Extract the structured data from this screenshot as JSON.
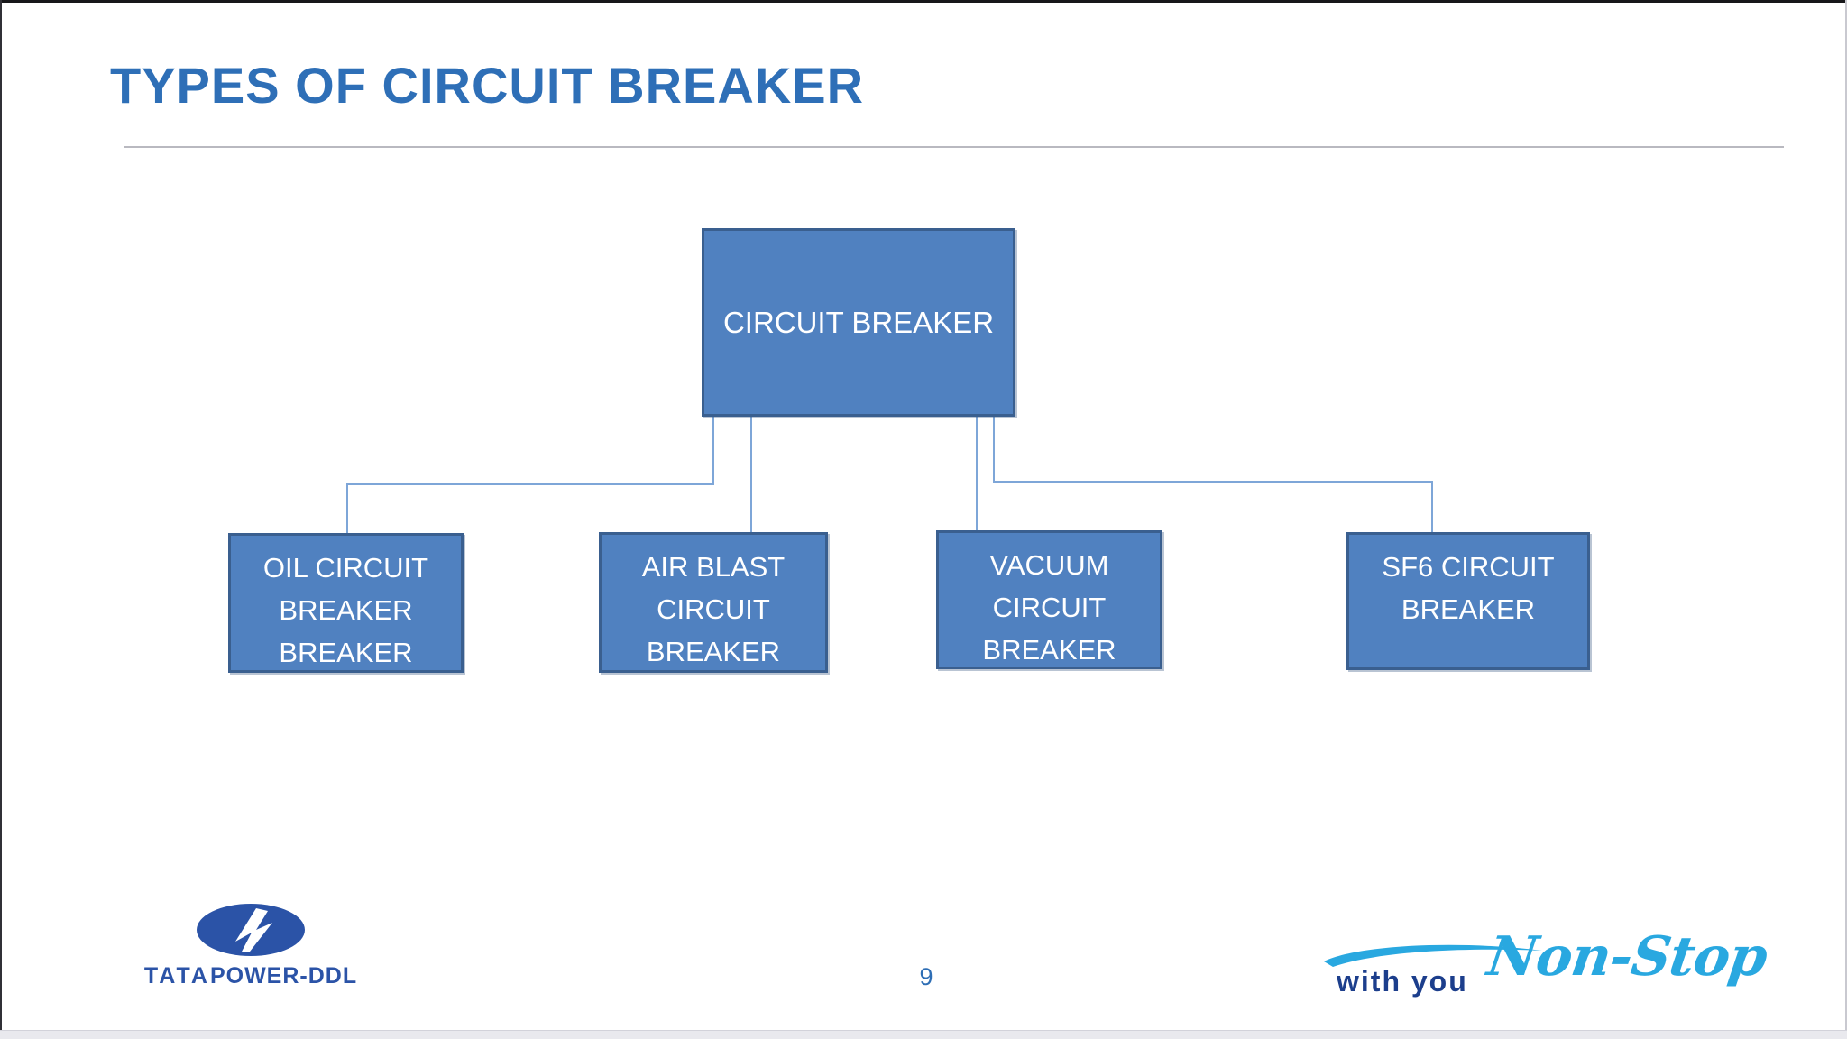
{
  "slide": {
    "title": "TYPES OF CIRCUIT BREAKER",
    "page_number": "9"
  },
  "diagram": {
    "root": {
      "label": "CIRCUIT BREAKER"
    },
    "children": [
      {
        "id": "oil",
        "label": "OIL CIRCUIT\nBREAKER\nBREAKER"
      },
      {
        "id": "air",
        "label": "AIR BLAST\nCIRCUIT\nBREAKER"
      },
      {
        "id": "vacuum",
        "label": "VACUUM\nCIRCUIT\nBREAKER"
      },
      {
        "id": "sf6",
        "label": "SF6 CIRCUIT\nBREAKER"
      }
    ],
    "colors": {
      "box_fill": "#5081c0",
      "box_border": "#3a5f8f",
      "box_text": "#ffffff",
      "connector": "#7ea6d8",
      "title_text": "#2e6fb7",
      "rule": "#b9b9c0"
    }
  },
  "footer": {
    "logo": {
      "brand": "TATA",
      "suffix": "POWER-DDL",
      "icon": "lightning-bolt-ellipse",
      "color": "#2b53a7"
    },
    "tagline": {
      "prefix": "with you",
      "script": "Non-Stop",
      "prefix_color": "#1c3e8c",
      "script_color": "#29a8e0"
    }
  }
}
